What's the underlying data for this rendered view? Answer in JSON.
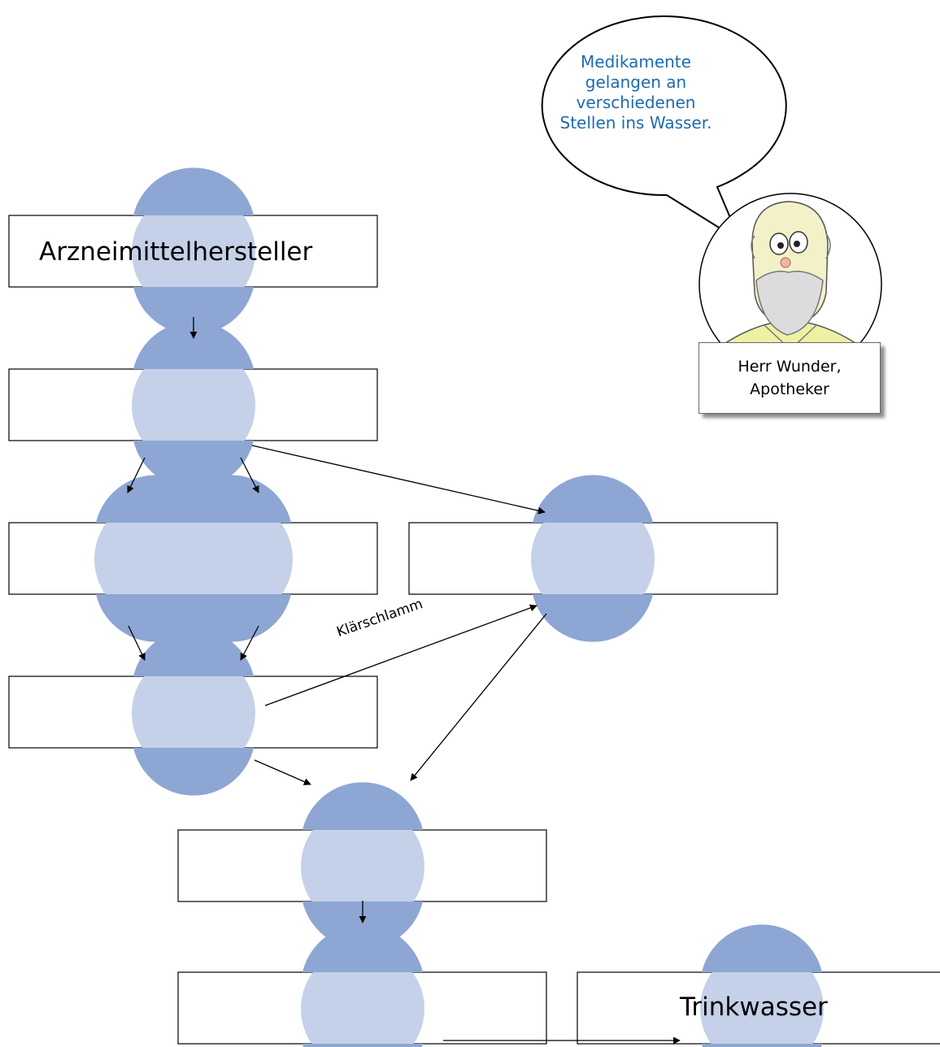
{
  "boxes": {
    "manufacturer": "Arzneimittelhersteller",
    "drinking_water": "Trinkwasser"
  },
  "arrow_label": "Klärschlamm",
  "speech_bubble": {
    "lines": [
      "Medikamente",
      "gelangen an",
      "verschiedenen",
      "Stellen ins Wasser."
    ]
  },
  "character": {
    "name": "Herr Wunder,",
    "role": "Apotheker"
  },
  "colors": {
    "circle_fill": "#c4d1e8",
    "circle_dark": "#8ea6d4",
    "bubble_text": "#1d6bb0",
    "shirt": "#eef0a4"
  }
}
